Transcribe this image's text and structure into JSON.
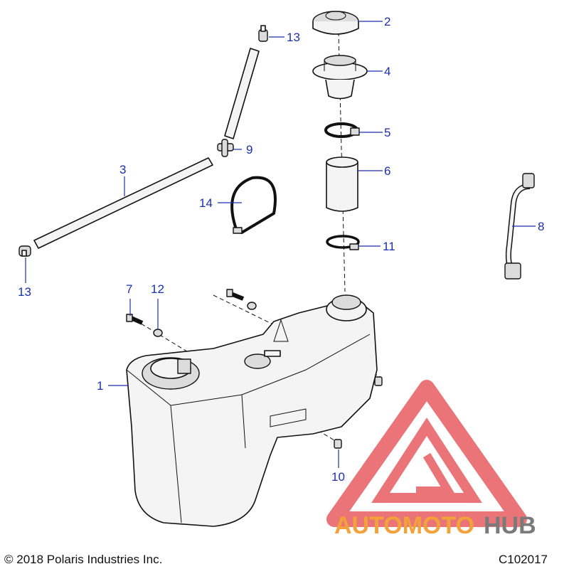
{
  "diagram": {
    "callouts": [
      {
        "id": "c1",
        "label": "1"
      },
      {
        "id": "c2",
        "label": "2"
      },
      {
        "id": "c3",
        "label": "3"
      },
      {
        "id": "c4",
        "label": "4"
      },
      {
        "id": "c5",
        "label": "5"
      },
      {
        "id": "c6",
        "label": "6"
      },
      {
        "id": "c7",
        "label": "7"
      },
      {
        "id": "c8",
        "label": "8"
      },
      {
        "id": "c9",
        "label": "9"
      },
      {
        "id": "c10",
        "label": "10"
      },
      {
        "id": "c11",
        "label": "11"
      },
      {
        "id": "c12",
        "label": "12"
      },
      {
        "id": "c13a",
        "label": "13"
      },
      {
        "id": "c13b",
        "label": "13"
      },
      {
        "id": "c14",
        "label": "14"
      }
    ]
  },
  "footer": {
    "copyright": "© 2018 Polaris Industries Inc.",
    "code": "C102017"
  },
  "watermark": {
    "text_orange": "AUTOMOTO",
    "text_gray": "HUB",
    "color_red": "#e8666a",
    "color_orange": "#f2a23a",
    "color_gray": "#7a7a7a"
  },
  "colors": {
    "callout": "#1a2fb0"
  }
}
